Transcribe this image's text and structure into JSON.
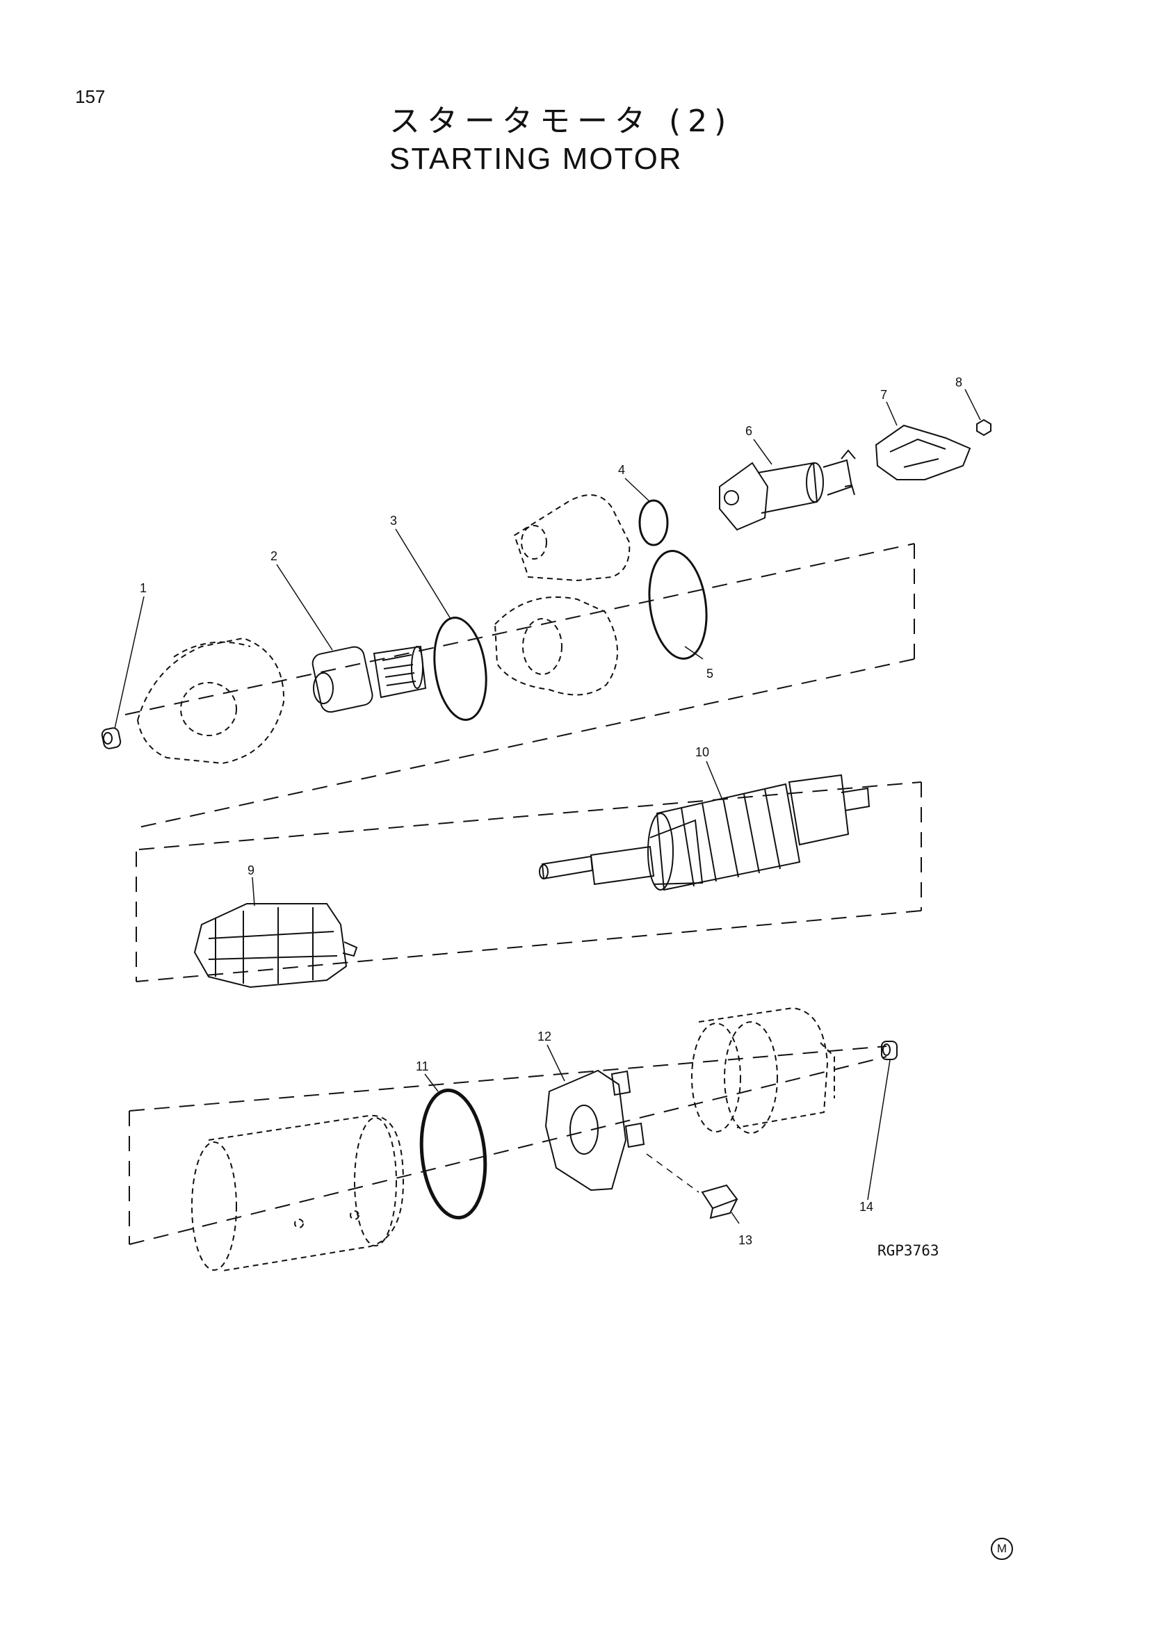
{
  "page_number": "157",
  "title": {
    "japanese": "スタータモータ (2)",
    "english": "STARTING MOTOR"
  },
  "callouts": [
    "1",
    "2",
    "3",
    "4",
    "5",
    "6",
    "7",
    "8",
    "9",
    "10",
    "11",
    "12",
    "13",
    "14"
  ],
  "reference_code": "RGP3763",
  "footer_mark": "M"
}
